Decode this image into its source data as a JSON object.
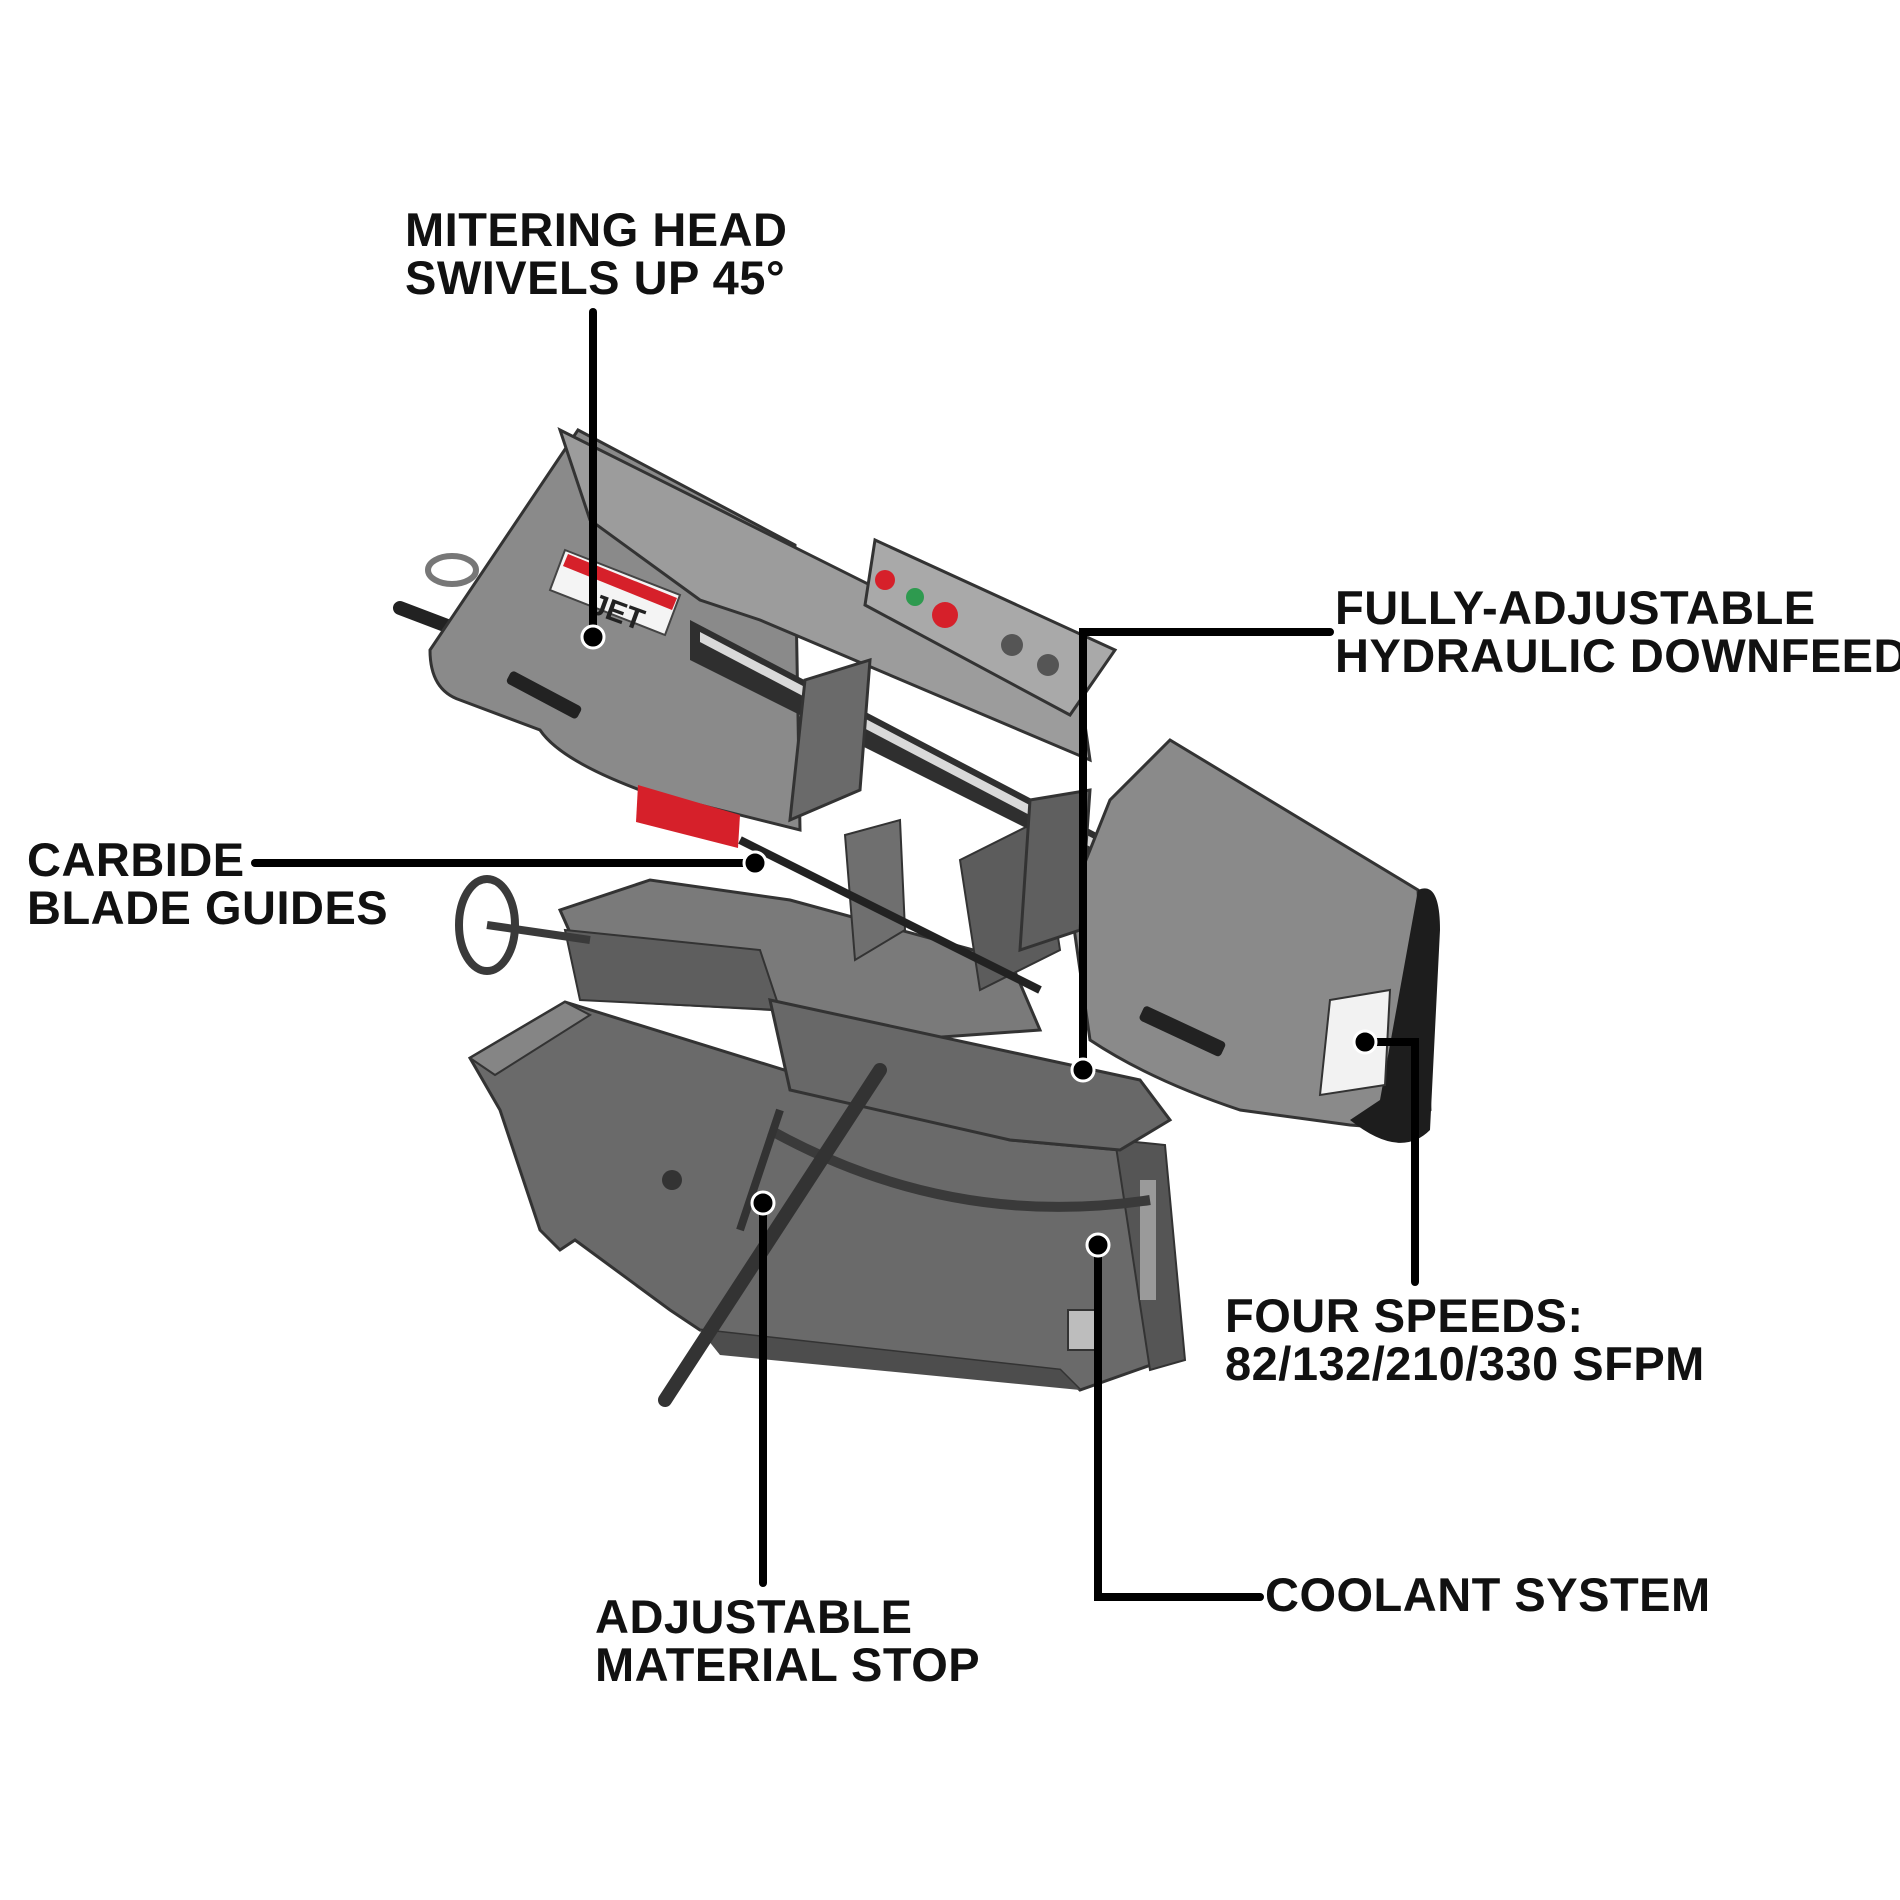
{
  "brand": {
    "logo_text": "JET",
    "accent_color": "#d6202a"
  },
  "colors": {
    "machine_body": "#6e6e6e",
    "machine_dark": "#3c3c3c",
    "guard": "#8c8c8c",
    "leader_line": "#000000",
    "text": "#111111"
  },
  "callouts": {
    "mitering": {
      "line1": "MITERING HEAD",
      "line2": "SWIVELS UP 45°"
    },
    "hydraulic": {
      "line1": "FULLY-ADJUSTABLE",
      "line2": "HYDRAULIC DOWNFEED"
    },
    "carbide": {
      "line1": "CARBIDE",
      "line2": "BLADE GUIDES"
    },
    "speeds": {
      "line1": "FOUR SPEEDS:",
      "line2": "82/132/210/330 SFPM"
    },
    "coolant": {
      "line1": "COOLANT SYSTEM"
    },
    "stop": {
      "line1": "ADJUSTABLE",
      "line2": "MATERIAL STOP"
    }
  }
}
